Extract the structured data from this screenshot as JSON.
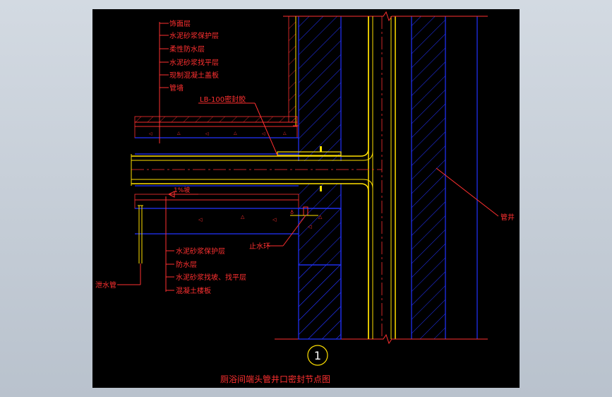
{
  "drawing": {
    "title": "厕浴间端头管井口密封节点图",
    "detail_number": "1",
    "colors": {
      "background": "#000000",
      "label": "#ff3030",
      "structure": "#2233ff",
      "pipe": "#ffe000",
      "frame": "#b9c2cd"
    }
  },
  "labels": {
    "top_layers": [
      "饰面层",
      "水泥砂浆保护层",
      "柔性防水层",
      "水泥砂浆找平层",
      "现制混凝土盖板",
      "管墙"
    ],
    "sealant": "LB-100密封胶",
    "bottom_layers": [
      "水泥砂浆保护层",
      "防水层",
      "水泥砂浆找坡、找平层",
      "混凝土楼板"
    ],
    "water_stop_ring": "止水环",
    "slope": "1%坡",
    "shaft": "管井",
    "drain_pipe": "泄水管"
  }
}
